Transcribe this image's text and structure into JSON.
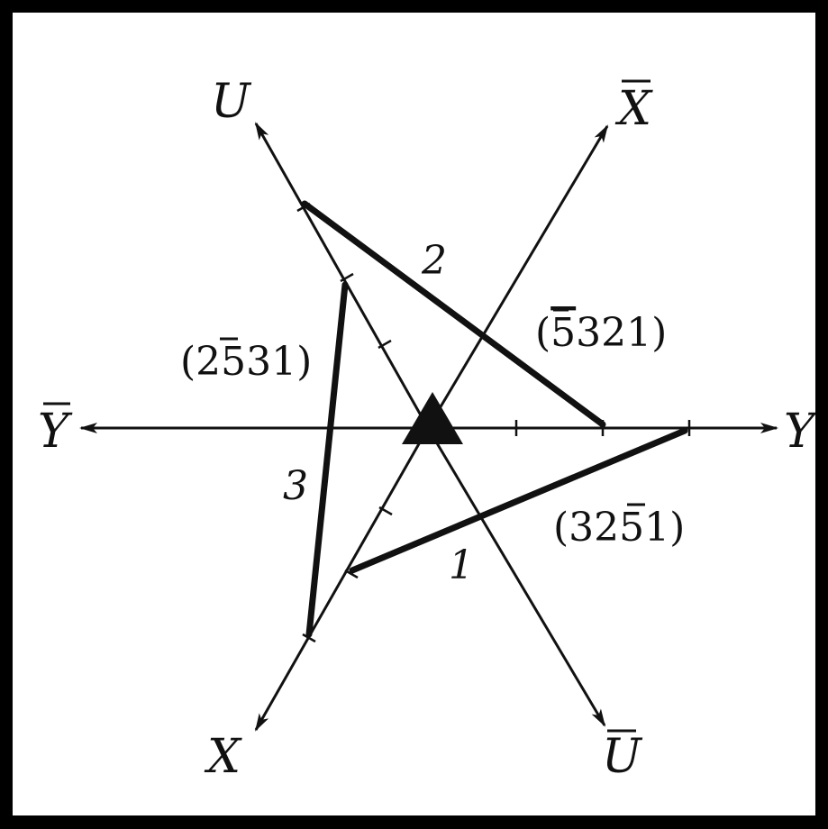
{
  "axes": [
    {
      "id": "u",
      "label": "U",
      "bar": false
    },
    {
      "id": "xbar",
      "label": "X",
      "bar": true
    },
    {
      "id": "ybar",
      "label": "Y",
      "bar": true
    },
    {
      "id": "y",
      "label": "Y",
      "bar": false
    },
    {
      "id": "x",
      "label": "X",
      "bar": false
    },
    {
      "id": "ubar",
      "label": "U",
      "bar": true
    }
  ],
  "faces": [
    {
      "id": "f1",
      "prefix": "(",
      "digits": [
        "5",
        "3",
        "2",
        "1"
      ],
      "bar_index": 0,
      "suffix": ")"
    },
    {
      "id": "f2",
      "prefix": "(",
      "digits": [
        "2",
        "5",
        "3",
        "1"
      ],
      "bar_index": 1,
      "suffix": ")"
    },
    {
      "id": "f3",
      "prefix": "(",
      "digits": [
        "3",
        "2",
        "5",
        "1"
      ],
      "bar_index": 2,
      "suffix": ")"
    }
  ],
  "edges": [
    {
      "id": "e1",
      "label": "1"
    },
    {
      "id": "e2",
      "label": "2"
    },
    {
      "id": "e3",
      "label": "3"
    }
  ],
  "colors": {
    "ink": "#111111",
    "background": "#ffffff",
    "border": "#000000"
  }
}
